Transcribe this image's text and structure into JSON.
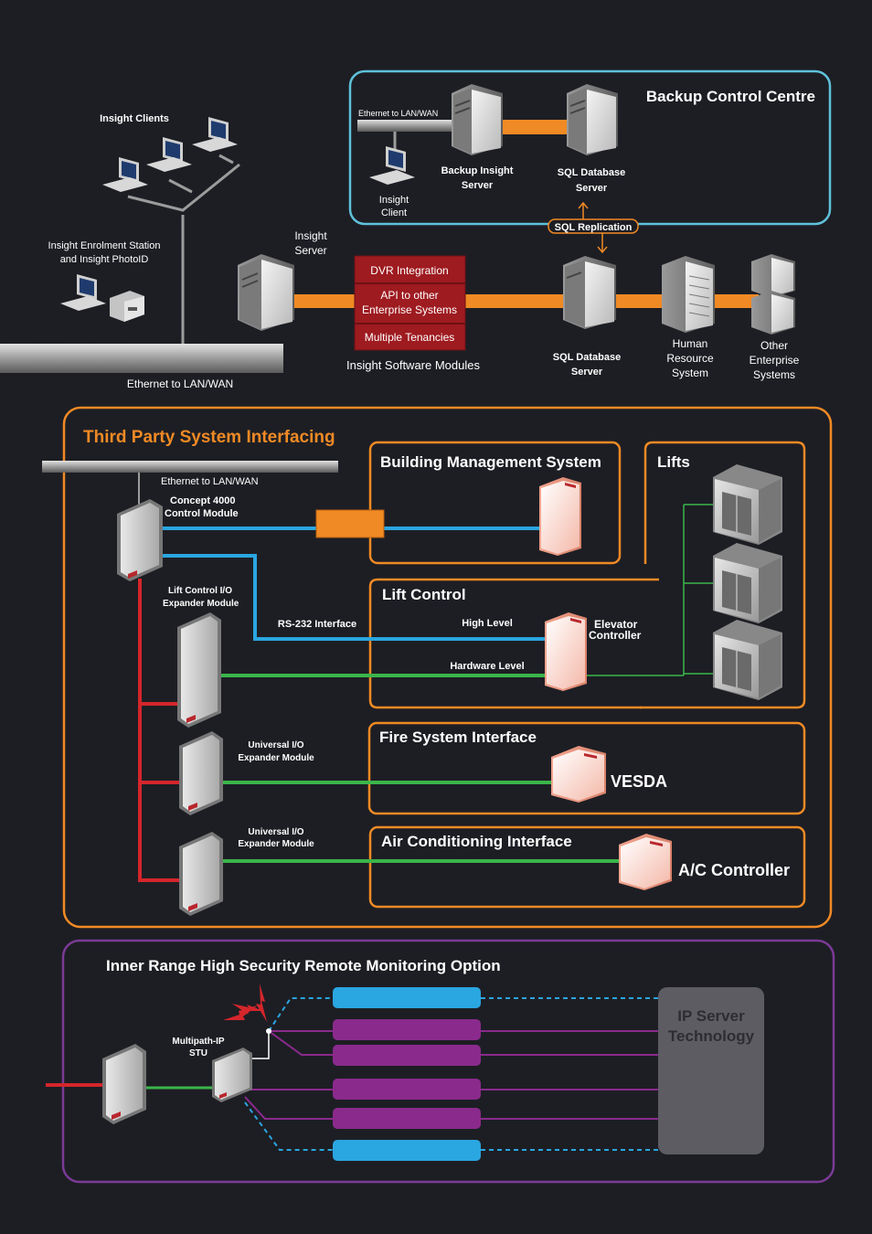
{
  "colors": {
    "background": "#1d1e24",
    "backup_border": "#5fc1da",
    "third_party_border": "#f08a24",
    "monitoring_border": "#7b3a96",
    "link_orange": "#f08a24",
    "link_blue": "#2aa6e0",
    "link_green": "#3ab54a",
    "link_red": "#d4262b",
    "link_purple": "#8a2a8c",
    "module_red": "#b8272d",
    "ip_server_box": "#5c5c62"
  },
  "icons": [
    "server-tower-icon",
    "workstation-icon",
    "printer-icon",
    "lift-car-icon",
    "controller-module-icon",
    "ethernet-backbone-icon",
    "signal-spark-icon"
  ],
  "top": {
    "insight_clients": "Insight Clients",
    "enrolment_line1": "Insight Enrolment Station",
    "enrolment_line2": "and Insight PhotoID",
    "ethernet_main": "Ethernet to LAN/WAN",
    "insight_server_line1": "Insight",
    "insight_server_line2": "Server",
    "modules": [
      "DVR Integration",
      "API to other",
      "Enterprise Systems",
      "Multiple Tenancies"
    ],
    "modules_caption": "Insight Software Modules",
    "sql_server_line1": "SQL Database",
    "sql_server_line2": "Server",
    "hr_line1": "Human",
    "hr_line2": "Resource",
    "hr_line3": "System",
    "other_line1": "Other",
    "other_line2": "Enterprise",
    "other_line3": "Systems"
  },
  "backup": {
    "title": "Backup Control Centre",
    "ethernet": "Ethernet to LAN/WAN",
    "client_line1": "Insight",
    "client_line2": "Client",
    "backup_server_line1": "Backup Insight",
    "backup_server_line2": "Server",
    "sql_line1": "SQL Database",
    "sql_line2": "Server",
    "replication": "SQL Replication"
  },
  "third_party": {
    "title": "Third Party System Interfacing",
    "ethernet": "Ethernet to LAN/WAN",
    "concept_line1": "Concept 4000",
    "concept_line2": "Control Module",
    "lift_io_line1": "Lift Control I/O",
    "lift_io_line2": "Expander Module",
    "rs232": "RS-232 Interface",
    "universal_line1": "Universal I/O",
    "universal_line2": "Expander Module",
    "bms_title": "Building Management System",
    "lifts_title": "Lifts",
    "lift_control_title": "Lift Control",
    "high_level": "High Level",
    "hardware_level": "Hardware Level",
    "elevator_line1": "Elevator",
    "elevator_line2": "Controller",
    "fire_title": "Fire System Interface",
    "vesda": "VESDA",
    "ac_title": "Air Conditioning Interface",
    "ac_controller": "A/C Controller"
  },
  "monitoring": {
    "title": "Inner Range High Security Remote Monitoring Option",
    "stu_line1": "Multipath-IP",
    "stu_line2": "STU",
    "ip_server_line1": "IP Server",
    "ip_server_line2": "Technology"
  }
}
